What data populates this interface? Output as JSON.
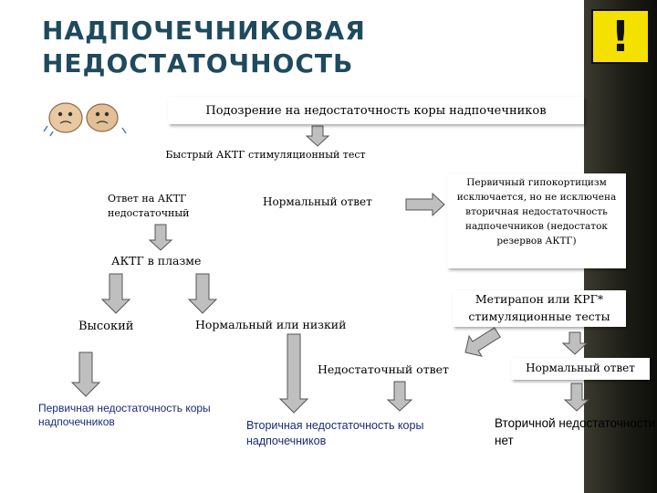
{
  "title": {
    "line1": "НАДПОЧЕЧНИКОВАЯ",
    "line2": "НЕДОСТАТОЧНОСТЬ"
  },
  "warning_icon": {
    "name": "exclamation-warning-icon",
    "mark": "!"
  },
  "illustration": {
    "name": "adrenal-glands-icon"
  },
  "nodes": {
    "suspicion": "Подозрение на недостаточность коры надпочечников",
    "acth_test": "Быстрый АКТГ стимуляционный тест",
    "response_insufficient": "Ответ на АКТГ недостаточный",
    "normal_response": "Нормальный ответ",
    "primary_excluded": "Первичный гипокортицизм исключается, но не исключена вторичная недостаточность надпочечников (недостаток резервов АКТГ)",
    "acth_plasma": "АКТГ в плазме",
    "high": "Высокий",
    "normal_or_low": "Нормальный или низкий",
    "metyrapone": "Метирапон или КРГ* стимуляционные тесты",
    "insufficient_response": "Недостаточный ответ",
    "normal_response2": "Нормальный ответ",
    "primary_insufficiency": "Первичная недостаточность коры надпочечников",
    "secondary_insufficiency": "Вторичная недостаточность коры надпочечников",
    "no_secondary": "Вторичной недостаточности нет"
  },
  "colors": {
    "title": "#1f4a5e",
    "arrow_fill": "#bfbfbf",
    "arrow_stroke": "#555555",
    "warning": "#f5e100",
    "blue_text": "#1a2a7a"
  }
}
